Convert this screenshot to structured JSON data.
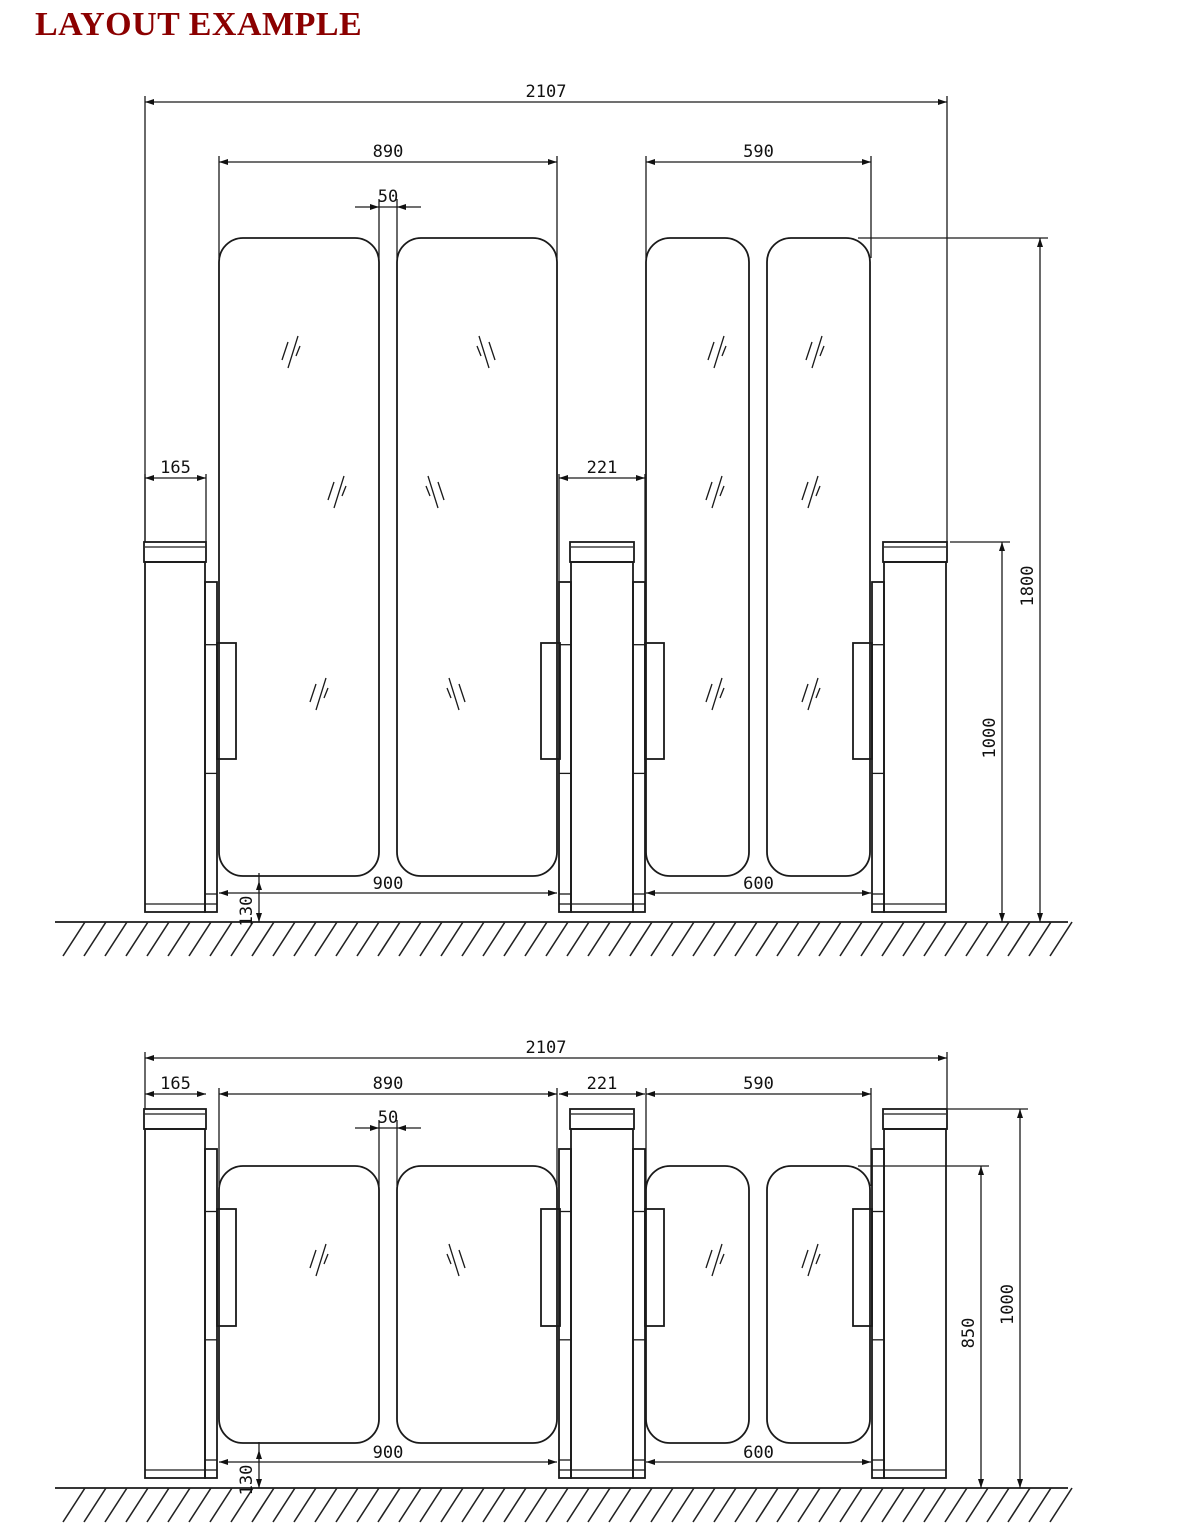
{
  "title": "LAYOUT EXAMPLE",
  "title_color": "#8b0000",
  "elevations": [
    {
      "id": "tall",
      "dims": {
        "overall_width": "2107",
        "wide_panel_span": "890",
        "narrow_panel_span": "590",
        "gap": "50",
        "cabinet_width": "165",
        "mid_cabinet_width": "221",
        "wide_passage": "900",
        "narrow_passage": "600",
        "ground_clearance": "130",
        "cabinet_height": "1000",
        "panel_height": "1800"
      }
    },
    {
      "id": "short",
      "dims": {
        "overall_width": "2107",
        "wide_panel_span": "890",
        "narrow_panel_span": "590",
        "gap": "50",
        "cabinet_width": "165",
        "mid_cabinet_width": "221",
        "wide_passage": "900",
        "narrow_passage": "600",
        "ground_clearance": "130",
        "panel_height": "850",
        "cabinet_height": "1000"
      }
    }
  ]
}
